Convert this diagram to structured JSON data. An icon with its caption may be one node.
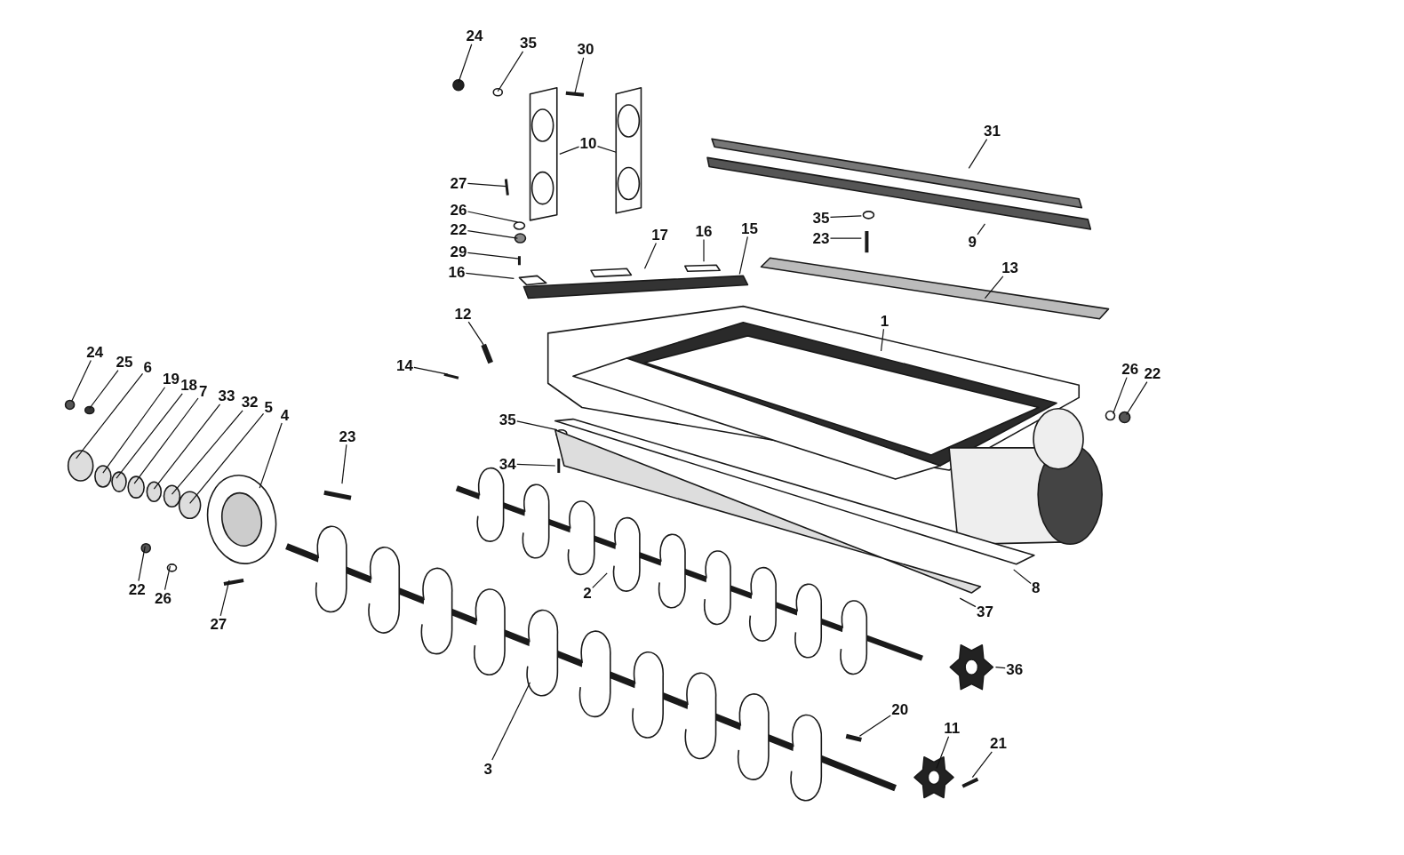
{
  "diagram": {
    "nodes": [
      {
        "text": [
          "24"
        ]
      },
      {
        "text": [
          "35"
        ]
      },
      {
        "text": [
          "30"
        ]
      },
      {
        "text": [
          "10"
        ]
      },
      {
        "text": [
          "27"
        ]
      },
      {
        "text": [
          "26"
        ]
      },
      {
        "text": [
          "22"
        ]
      },
      {
        "text": [
          "29"
        ]
      },
      {
        "text": [
          "16"
        ]
      },
      {
        "text": [
          "17"
        ]
      },
      {
        "text": [
          "16"
        ]
      },
      {
        "text": [
          "15"
        ]
      },
      {
        "text": [
          "31"
        ]
      },
      {
        "text": [
          "35"
        ]
      },
      {
        "text": [
          "23"
        ]
      },
      {
        "text": [
          "9"
        ]
      },
      {
        "text": [
          "13"
        ]
      },
      {
        "text": [
          "12"
        ]
      },
      {
        "text": [
          "14"
        ]
      },
      {
        "text": [
          "1"
        ]
      },
      {
        "text": [
          "26"
        ]
      },
      {
        "text": [
          "22"
        ]
      },
      {
        "text": [
          "35"
        ]
      },
      {
        "text": [
          "34"
        ]
      },
      {
        "text": [
          "24"
        ]
      },
      {
        "text": [
          "25"
        ]
      },
      {
        "text": [
          "6"
        ]
      },
      {
        "text": [
          "19"
        ]
      },
      {
        "text": [
          "18"
        ]
      },
      {
        "text": [
          "7"
        ]
      },
      {
        "text": [
          "33"
        ]
      },
      {
        "text": [
          "32"
        ]
      },
      {
        "text": [
          "5"
        ]
      },
      {
        "text": [
          "4"
        ]
      },
      {
        "text": [
          "23"
        ]
      },
      {
        "text": [
          "22"
        ]
      },
      {
        "text": [
          "26"
        ]
      },
      {
        "text": [
          "27"
        ]
      },
      {
        "text": [
          "2"
        ]
      },
      {
        "text": [
          "8"
        ]
      },
      {
        "text": [
          "37"
        ]
      },
      {
        "text": [
          "36"
        ]
      },
      {
        "text": [
          "20"
        ]
      },
      {
        "text": [
          "11"
        ]
      },
      {
        "text": [
          "21"
        ]
      },
      {
        "text": [
          "3"
        ]
      }
    ],
    "edges": [
      {
        "from": 0,
        "to": null,
        "arrow": "none"
      },
      {
        "from": 1,
        "to": null,
        "arrow": "none"
      },
      {
        "from": 2,
        "to": null,
        "arrow": "none"
      },
      {
        "from": 3,
        "to": null,
        "arrow": "none"
      },
      {
        "from": 3,
        "to": null,
        "arrow": "none"
      },
      {
        "from": 4,
        "to": null,
        "arrow": "none"
      },
      {
        "from": 5,
        "to": null,
        "arrow": "none"
      },
      {
        "from": 6,
        "to": null,
        "arrow": "none"
      },
      {
        "from": 7,
        "to": null,
        "arrow": "none"
      },
      {
        "from": 8,
        "to": null,
        "arrow": "none"
      },
      {
        "from": 9,
        "to": null,
        "arrow": "none"
      },
      {
        "from": 10,
        "to": null,
        "arrow": "none"
      },
      {
        "from": 11,
        "to": null,
        "arrow": "none"
      },
      {
        "from": 12,
        "to": null,
        "arrow": "none"
      },
      {
        "from": 13,
        "to": null,
        "arrow": "none"
      },
      {
        "from": 14,
        "to": null,
        "arrow": "none"
      },
      {
        "from": 15,
        "to": null,
        "arrow": "none"
      },
      {
        "from": 16,
        "to": null,
        "arrow": "none"
      },
      {
        "from": 17,
        "to": null,
        "arrow": "none"
      },
      {
        "from": 18,
        "to": null,
        "arrow": "none"
      },
      {
        "from": 19,
        "to": null,
        "arrow": "none"
      },
      {
        "from": 20,
        "to": null,
        "arrow": "none"
      },
      {
        "from": 21,
        "to": null,
        "arrow": "none"
      },
      {
        "from": 22,
        "to": null,
        "arrow": "none"
      },
      {
        "from": 23,
        "to": null,
        "arrow": "none"
      },
      {
        "from": 24,
        "to": null,
        "arrow": "none"
      },
      {
        "from": 25,
        "to": null,
        "arrow": "none"
      },
      {
        "from": 26,
        "to": null,
        "arrow": "none"
      },
      {
        "from": 27,
        "to": null,
        "arrow": "none"
      },
      {
        "from": 28,
        "to": null,
        "arrow": "none"
      },
      {
        "from": 29,
        "to": null,
        "arrow": "none"
      },
      {
        "from": 30,
        "to": null,
        "arrow": "none"
      },
      {
        "from": 31,
        "to": null,
        "arrow": "none"
      },
      {
        "from": 32,
        "to": null,
        "arrow": "none"
      },
      {
        "from": 33,
        "to": null,
        "arrow": "none"
      },
      {
        "from": 34,
        "to": null,
        "arrow": "none"
      },
      {
        "from": 35,
        "to": null,
        "arrow": "none"
      },
      {
        "from": 36,
        "to": null,
        "arrow": "none"
      },
      {
        "from": 37,
        "to": null,
        "arrow": "none"
      },
      {
        "from": 38,
        "to": null,
        "arrow": "none"
      },
      {
        "from": 39,
        "to": null,
        "arrow": "none"
      },
      {
        "from": 40,
        "to": null,
        "arrow": "none"
      },
      {
        "from": 41,
        "to": null,
        "arrow": "none"
      },
      {
        "from": 42,
        "to": null,
        "arrow": "none"
      },
      {
        "from": 43,
        "to": null,
        "arrow": "none"
      },
      {
        "from": 44,
        "to": null,
        "arrow": "none"
      },
      {
        "from": 45,
        "to": null,
        "arrow": "none"
      }
    ]
  }
}
